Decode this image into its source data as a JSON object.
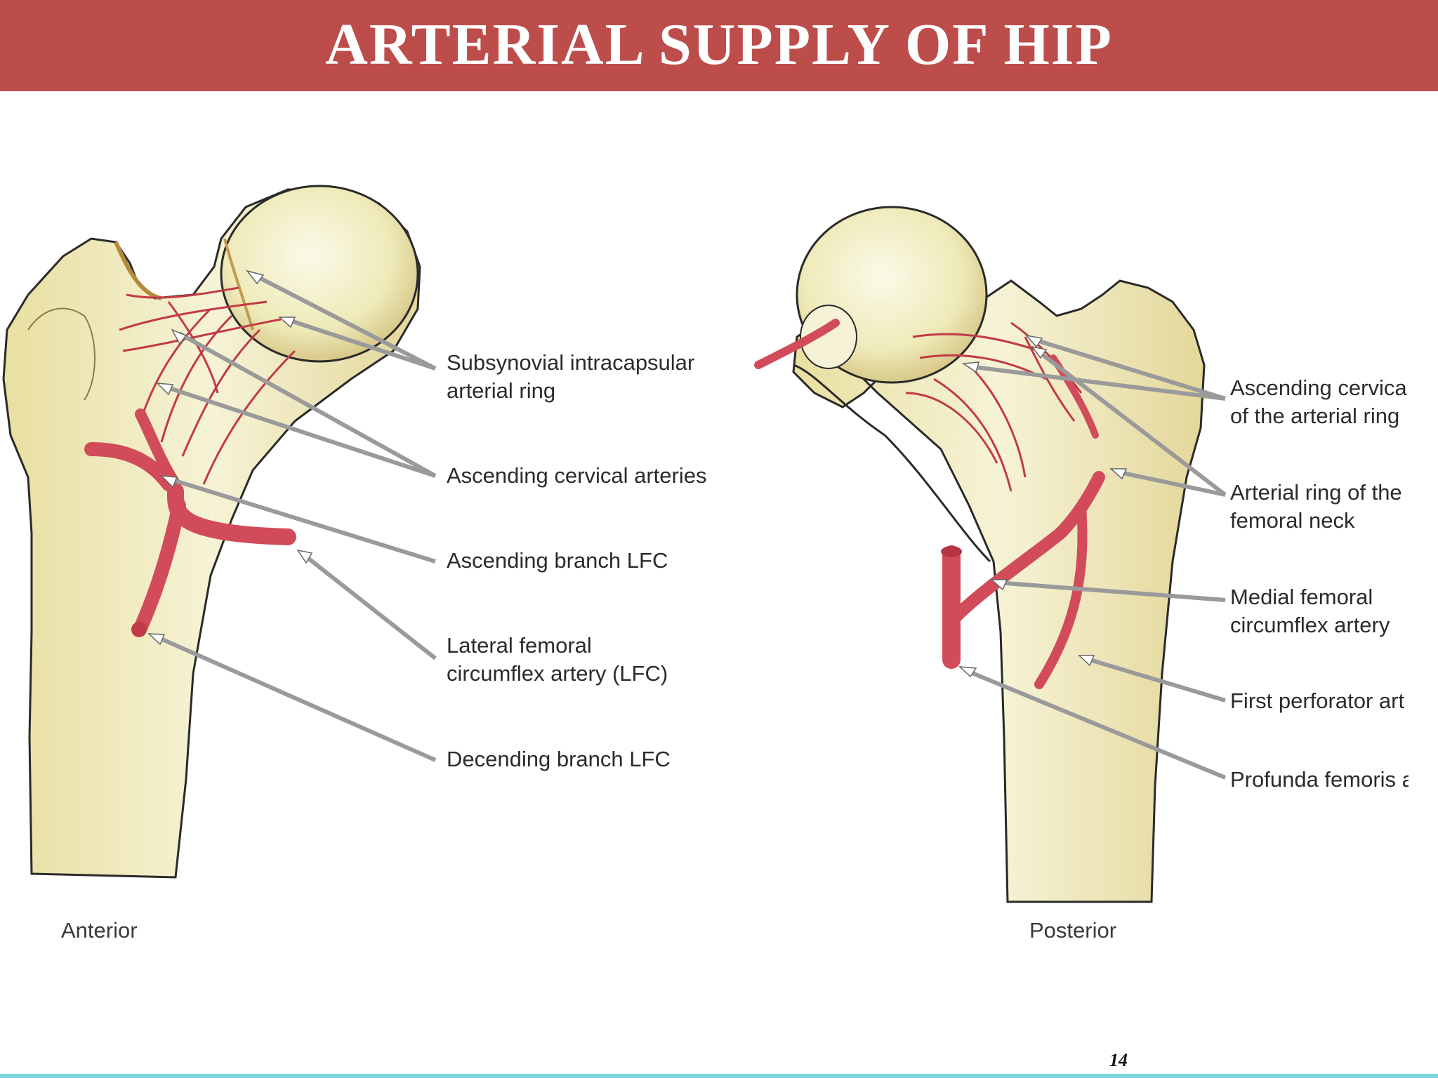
{
  "header": {
    "title": "ARTERIAL SUPPLY OF HIP"
  },
  "colors": {
    "header_bg": "#bd4d4b",
    "artery": "#d24b5a",
    "bone": "#f0edc4",
    "bottom_accent": "#7fd6e0"
  },
  "anterior": {
    "view_label": "Anterior",
    "labels": [
      "Subsynovial intracapsular\narterial ring",
      "Ascending cervical arteries",
      "Ascending branch LFC",
      "Lateral femoral\ncircumflex artery (LFC)",
      "Decending branch LFC"
    ]
  },
  "posterior": {
    "view_label": "Posterior",
    "labels": [
      "Ascending cervica\nof the arterial ring",
      "Arterial ring of the\nfemoral neck",
      "Medial femoral\ncircumflex artery",
      "First perforator art",
      "Profunda femoris a"
    ]
  },
  "page_number": "14"
}
